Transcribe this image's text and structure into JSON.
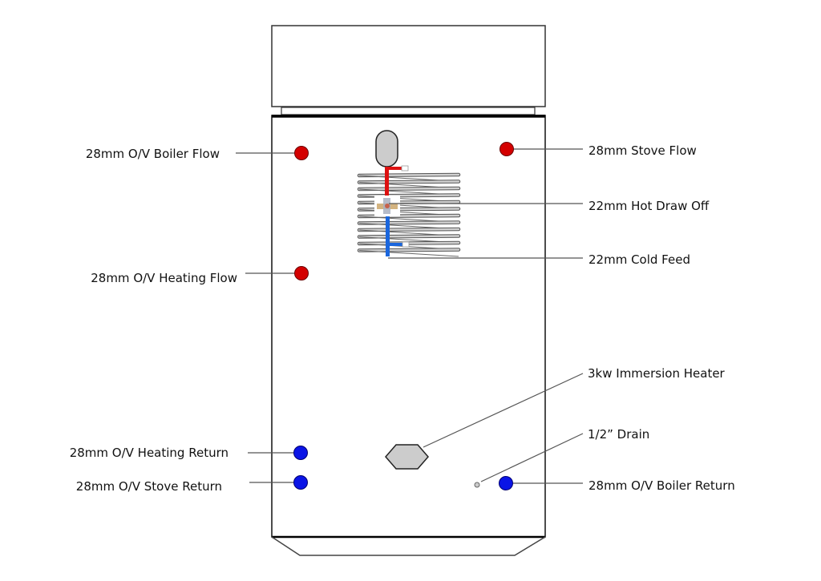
{
  "diagram": {
    "title": "Thermal store cylinder connections",
    "colors": {
      "flow": "#d40000",
      "return": "#0a14e6",
      "outline": "#111111",
      "leader": "#555555",
      "fitting_fill": "#cccccc",
      "hot_pipe": "#dd1111",
      "cold_pipe": "#1a66dd",
      "coil": "#c8c8c8"
    },
    "labels": {
      "boiler_flow": "28mm O/V Boiler Flow",
      "heating_flow": "28mm O/V Heating Flow",
      "heating_return": "28mm O/V Heating Return",
      "stove_return": "28mm O/V Stove Return",
      "stove_flow": "28mm Stove Flow",
      "hot_draw_off": "22mm Hot Draw Off",
      "cold_feed": "22mm Cold Feed",
      "immersion_heater": "3kw Immersion Heater",
      "drain": "1/2” Drain",
      "boiler_return": "28mm O/V Boiler Return"
    }
  }
}
